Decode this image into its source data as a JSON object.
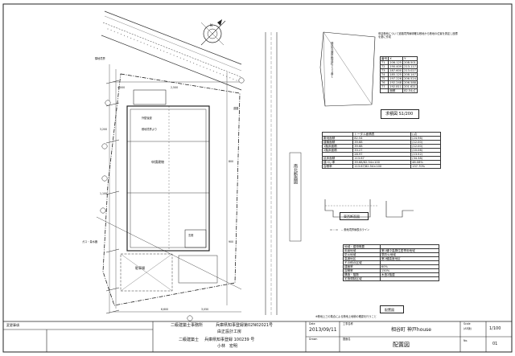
{
  "sheet": {
    "firm_line1": "二級建築士事務所",
    "firm_reg": "兵庫県知事登録第02N02021号",
    "firm_name": "由正設計工房",
    "architect_line": "二級建築士",
    "architect_reg": "兵庫県知事登録 100239 号",
    "architect_name": "小林　宏明",
    "revision_label": "変更事項",
    "date_label": "Date",
    "date_value": "2013/09/11",
    "drawn_label": "Drawn",
    "project_label": "工事名称",
    "project_value": "相谷町 神戸house",
    "drawing_label": "図面名",
    "drawing_value": "配置図",
    "scale_label": "Scale",
    "scale_sub": "(A3版)",
    "scale_value": "1/100",
    "no_label": "No.",
    "no_value": "01"
  },
  "site": {
    "calc_label": "求積図 S1/200",
    "calc_note": "申請敷地について道路境界線明確な敷地から敷地の位置を測定し座標を基に作成",
    "boundary_note": "神戸市須磨区相谷町２３３番１",
    "coords_header": [
      "番号",
      "X",
      "Y"
    ],
    "coords": [
      [
        "T1",
        "206.125",
        "208.501"
      ],
      [
        "T2",
        "190.409",
        "213.117"
      ],
      [
        "T3",
        "187.600",
        "213.027"
      ],
      [
        "T4",
        "185.125",
        "208.147"
      ],
      [
        "T5",
        "197.226",
        "206.524"
      ],
      [
        "T6",
        "192.248",
        "206.588"
      ],
      [
        "T7",
        "192.811",
        "201.621"
      ]
    ],
    "area_row": [
      "",
      "面積",
      "82.54㎡"
    ],
    "road_label": "南北断面図",
    "ew_label": "東西断面図",
    "legend_line": "-- 敷地境界線表示ライン",
    "dim_values": [
      "4,000",
      "2,500",
      "6,600",
      "3,200",
      "1,100",
      "800",
      "900",
      "3,050"
    ]
  },
  "area_table": {
    "header": [
      "",
      "トータル面積表",
      "(㎡)"
    ],
    "rows": [
      [
        "敷地面積",
        "82.54",
        "(24.96)"
      ],
      [
        "建築面積",
        "39.68",
        "(12.00)"
      ],
      [
        "1階床面積",
        "39.68",
        "(12.00)"
      ],
      [
        "2階床面積",
        "33.27",
        "(10.06)"
      ],
      [
        "",
        "28.97",
        "(13.52)"
      ],
      [
        "延床面積",
        "113.67",
        "(34.38)"
      ],
      [
        "建ぺい率",
        "39.68/82.54×100",
        "48.08%"
      ],
      [
        "容積率",
        "113.67/82.54×100",
        "137.70%"
      ]
    ]
  },
  "summary": {
    "title": "地域・建物概要",
    "rows": [
      [
        "用途地域",
        "第1種中高層住居専用地域"
      ],
      [
        "防火地域",
        "準防火地域"
      ],
      [
        "高度地区",
        "第2種高度地区"
      ],
      [
        "その他の区域",
        ""
      ],
      [
        "建蔽率",
        "60%"
      ],
      [
        "容積率",
        "150%"
      ],
      [
        "構造・階数",
        "木造2階建"
      ],
      [
        "宅造規制区域",
        ""
      ]
    ],
    "caption": "配置図",
    "footnote": "※敷地上三の集合による敷地上地積の確認を行うこと"
  },
  "labels": {
    "north": "N",
    "building": "申請建物",
    "parking": "駐車場",
    "entrance": "玄関",
    "road_left": "道路",
    "measure_note": "敷地境界より",
    "setback": "外壁後退",
    "gate_note": "ガス・量水器",
    "boundary_tag": "隣地境界",
    "section_road": "南北断面図"
  },
  "colors": {
    "line": "#1a1a1a",
    "light": "#888888",
    "paper": "#ffffff"
  }
}
